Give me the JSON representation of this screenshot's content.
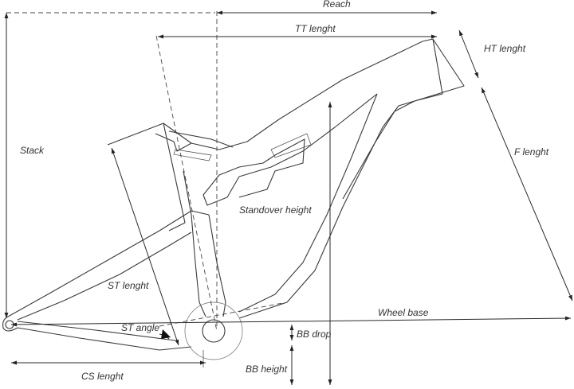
{
  "labels": {
    "reach": "Reach",
    "tt_length": "TT lenght",
    "ht_length": "HT lenght",
    "stack": "Stack",
    "f_length": "F lenght",
    "standover_height": "Standover height",
    "st_length": "ST lenght",
    "st_angle": "ST angle",
    "wheel_base": "Wheel base",
    "bb_drop": "BB drop",
    "bb_height": "BB height",
    "cs_length": "CS lenght"
  }
}
